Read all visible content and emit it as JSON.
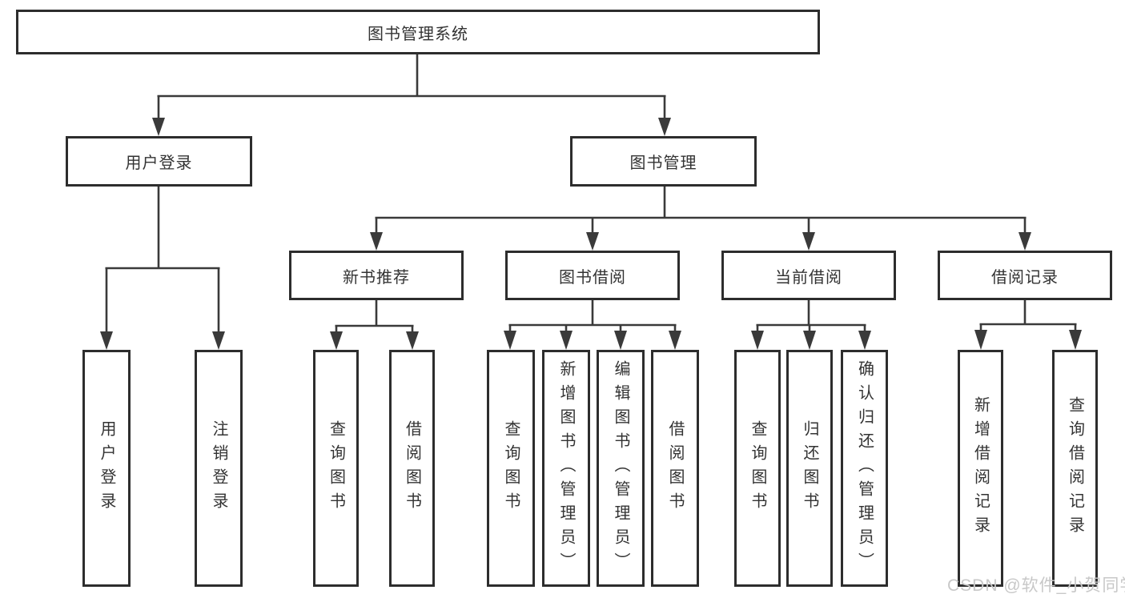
{
  "tree": {
    "root": "图书管理系统",
    "children": [
      {
        "label": "用户登录",
        "children": [
          {
            "label": "用户登录"
          },
          {
            "label": "注销登录"
          }
        ]
      },
      {
        "label": "图书管理",
        "children": [
          {
            "label": "新书推荐",
            "children": [
              {
                "label": "查询图书"
              },
              {
                "label": "借阅图书"
              }
            ]
          },
          {
            "label": "图书借阅",
            "children": [
              {
                "label": "查询图书"
              },
              {
                "label": "新增图书（管理员）"
              },
              {
                "label": "编辑图书（管理员）"
              },
              {
                "label": "借阅图书"
              }
            ]
          },
          {
            "label": "当前借阅",
            "children": [
              {
                "label": "查询图书"
              },
              {
                "label": "归还图书"
              },
              {
                "label": "确认归还（管理员）"
              }
            ]
          },
          {
            "label": "借阅记录",
            "children": [
              {
                "label": "新增借阅记录"
              },
              {
                "label": "查询借阅记录"
              }
            ]
          }
        ]
      }
    ]
  },
  "watermark": {
    "text": "CSDN @软件_小贺同学"
  },
  "colors": {
    "bg": "#ffffff",
    "line": "#3a3a3a",
    "border": "#2d2d2d",
    "text": "#333333",
    "watermark": "#c8c8c8"
  }
}
